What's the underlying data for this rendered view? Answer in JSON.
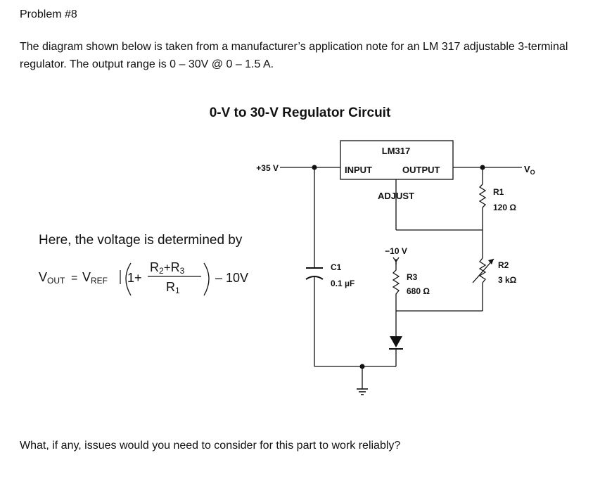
{
  "problem": {
    "title": "Problem #8",
    "intro": "The diagram shown below is taken from a manufacturer’s application note for an LM 317 adjustable 3-terminal regulator. The output range is 0 – 30V @ 0 – 1.5 A."
  },
  "diagram": {
    "title": "0-V to 30-V Regulator Circuit",
    "ic_name": "LM317",
    "input_pin": "INPUT",
    "output_pin": "OUTPUT",
    "adjust_pin": "ADJUST",
    "supply_label": "+35 V",
    "vo_label": "V",
    "vo_sub": "O",
    "neg_supply": "−10 V",
    "c1_name": "C1",
    "c1_value": "0.1 µF",
    "r1_name": "R1",
    "r1_value": "120 Ω",
    "r2_name": "R2",
    "r2_value": "3 kΩ",
    "r3_name": "R3",
    "r3_value": "680 Ω"
  },
  "equation": {
    "intro": "Here, the voltage is determined by",
    "vout": "V",
    "vout_sub": "OUT",
    "equals": "=",
    "vref": "V",
    "vref_sub": "REF",
    "one_plus": "1+",
    "num_r2": "R",
    "num_r2_sub": "2",
    "plus": "+",
    "num_r3": "R",
    "num_r3_sub": "3",
    "den_r1": "R",
    "den_r1_sub": "1",
    "minus_term": "– 10V"
  },
  "question": "What, if any, issues would you need to consider for this part to work reliably?"
}
